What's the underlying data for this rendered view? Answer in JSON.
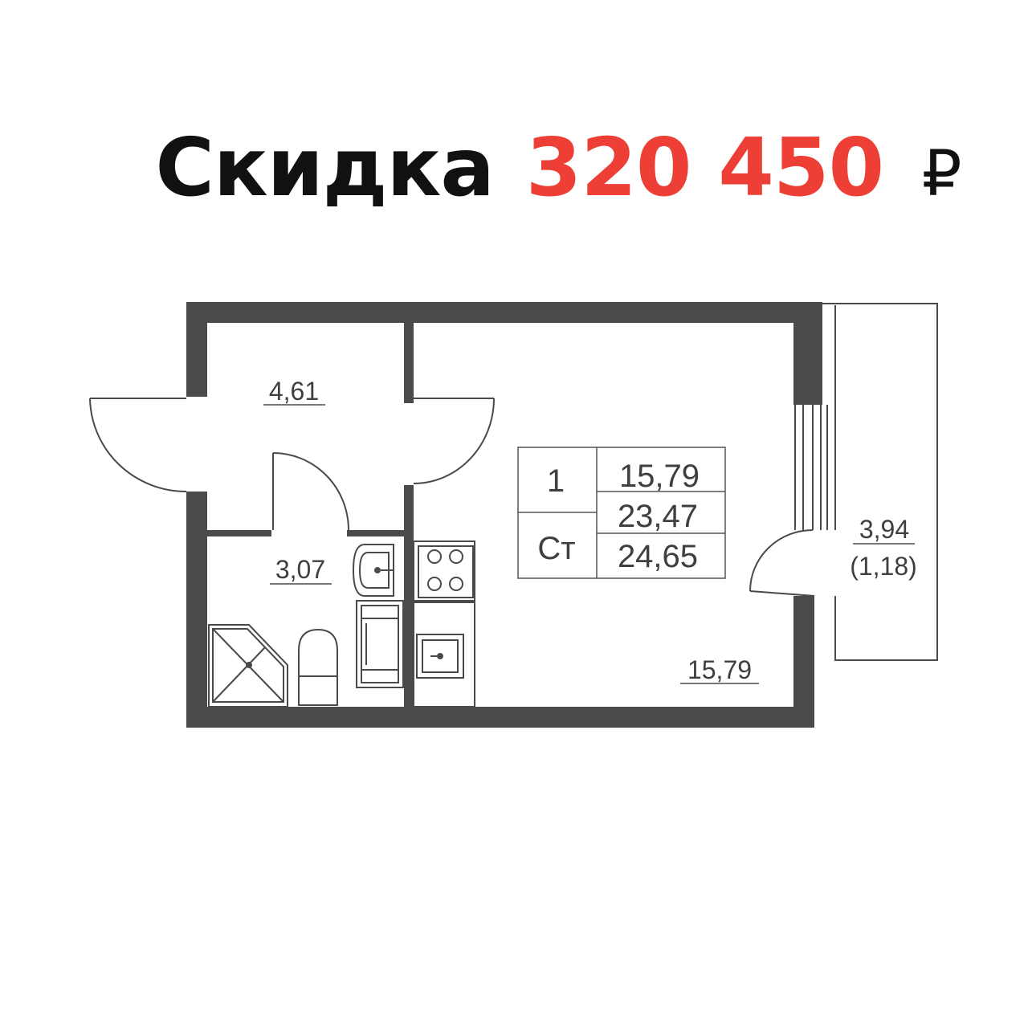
{
  "headline": {
    "label": "Скидка",
    "amount": "320 450",
    "currency": "₽",
    "accent_color": "#ee3f36"
  },
  "plan": {
    "wall_color": "#4a4a4a",
    "rooms": {
      "hall_area": "4,61",
      "bathroom_area": "3,07",
      "living_area": "15,79",
      "balcony_area": "3,94",
      "balcony_reduced_area": "(1,18)"
    },
    "summary": {
      "rooms_count": "1",
      "apartment_type": "Ст",
      "living_area": "15,79",
      "total_area": "23,47",
      "total_with_balcony": "24,65"
    }
  }
}
